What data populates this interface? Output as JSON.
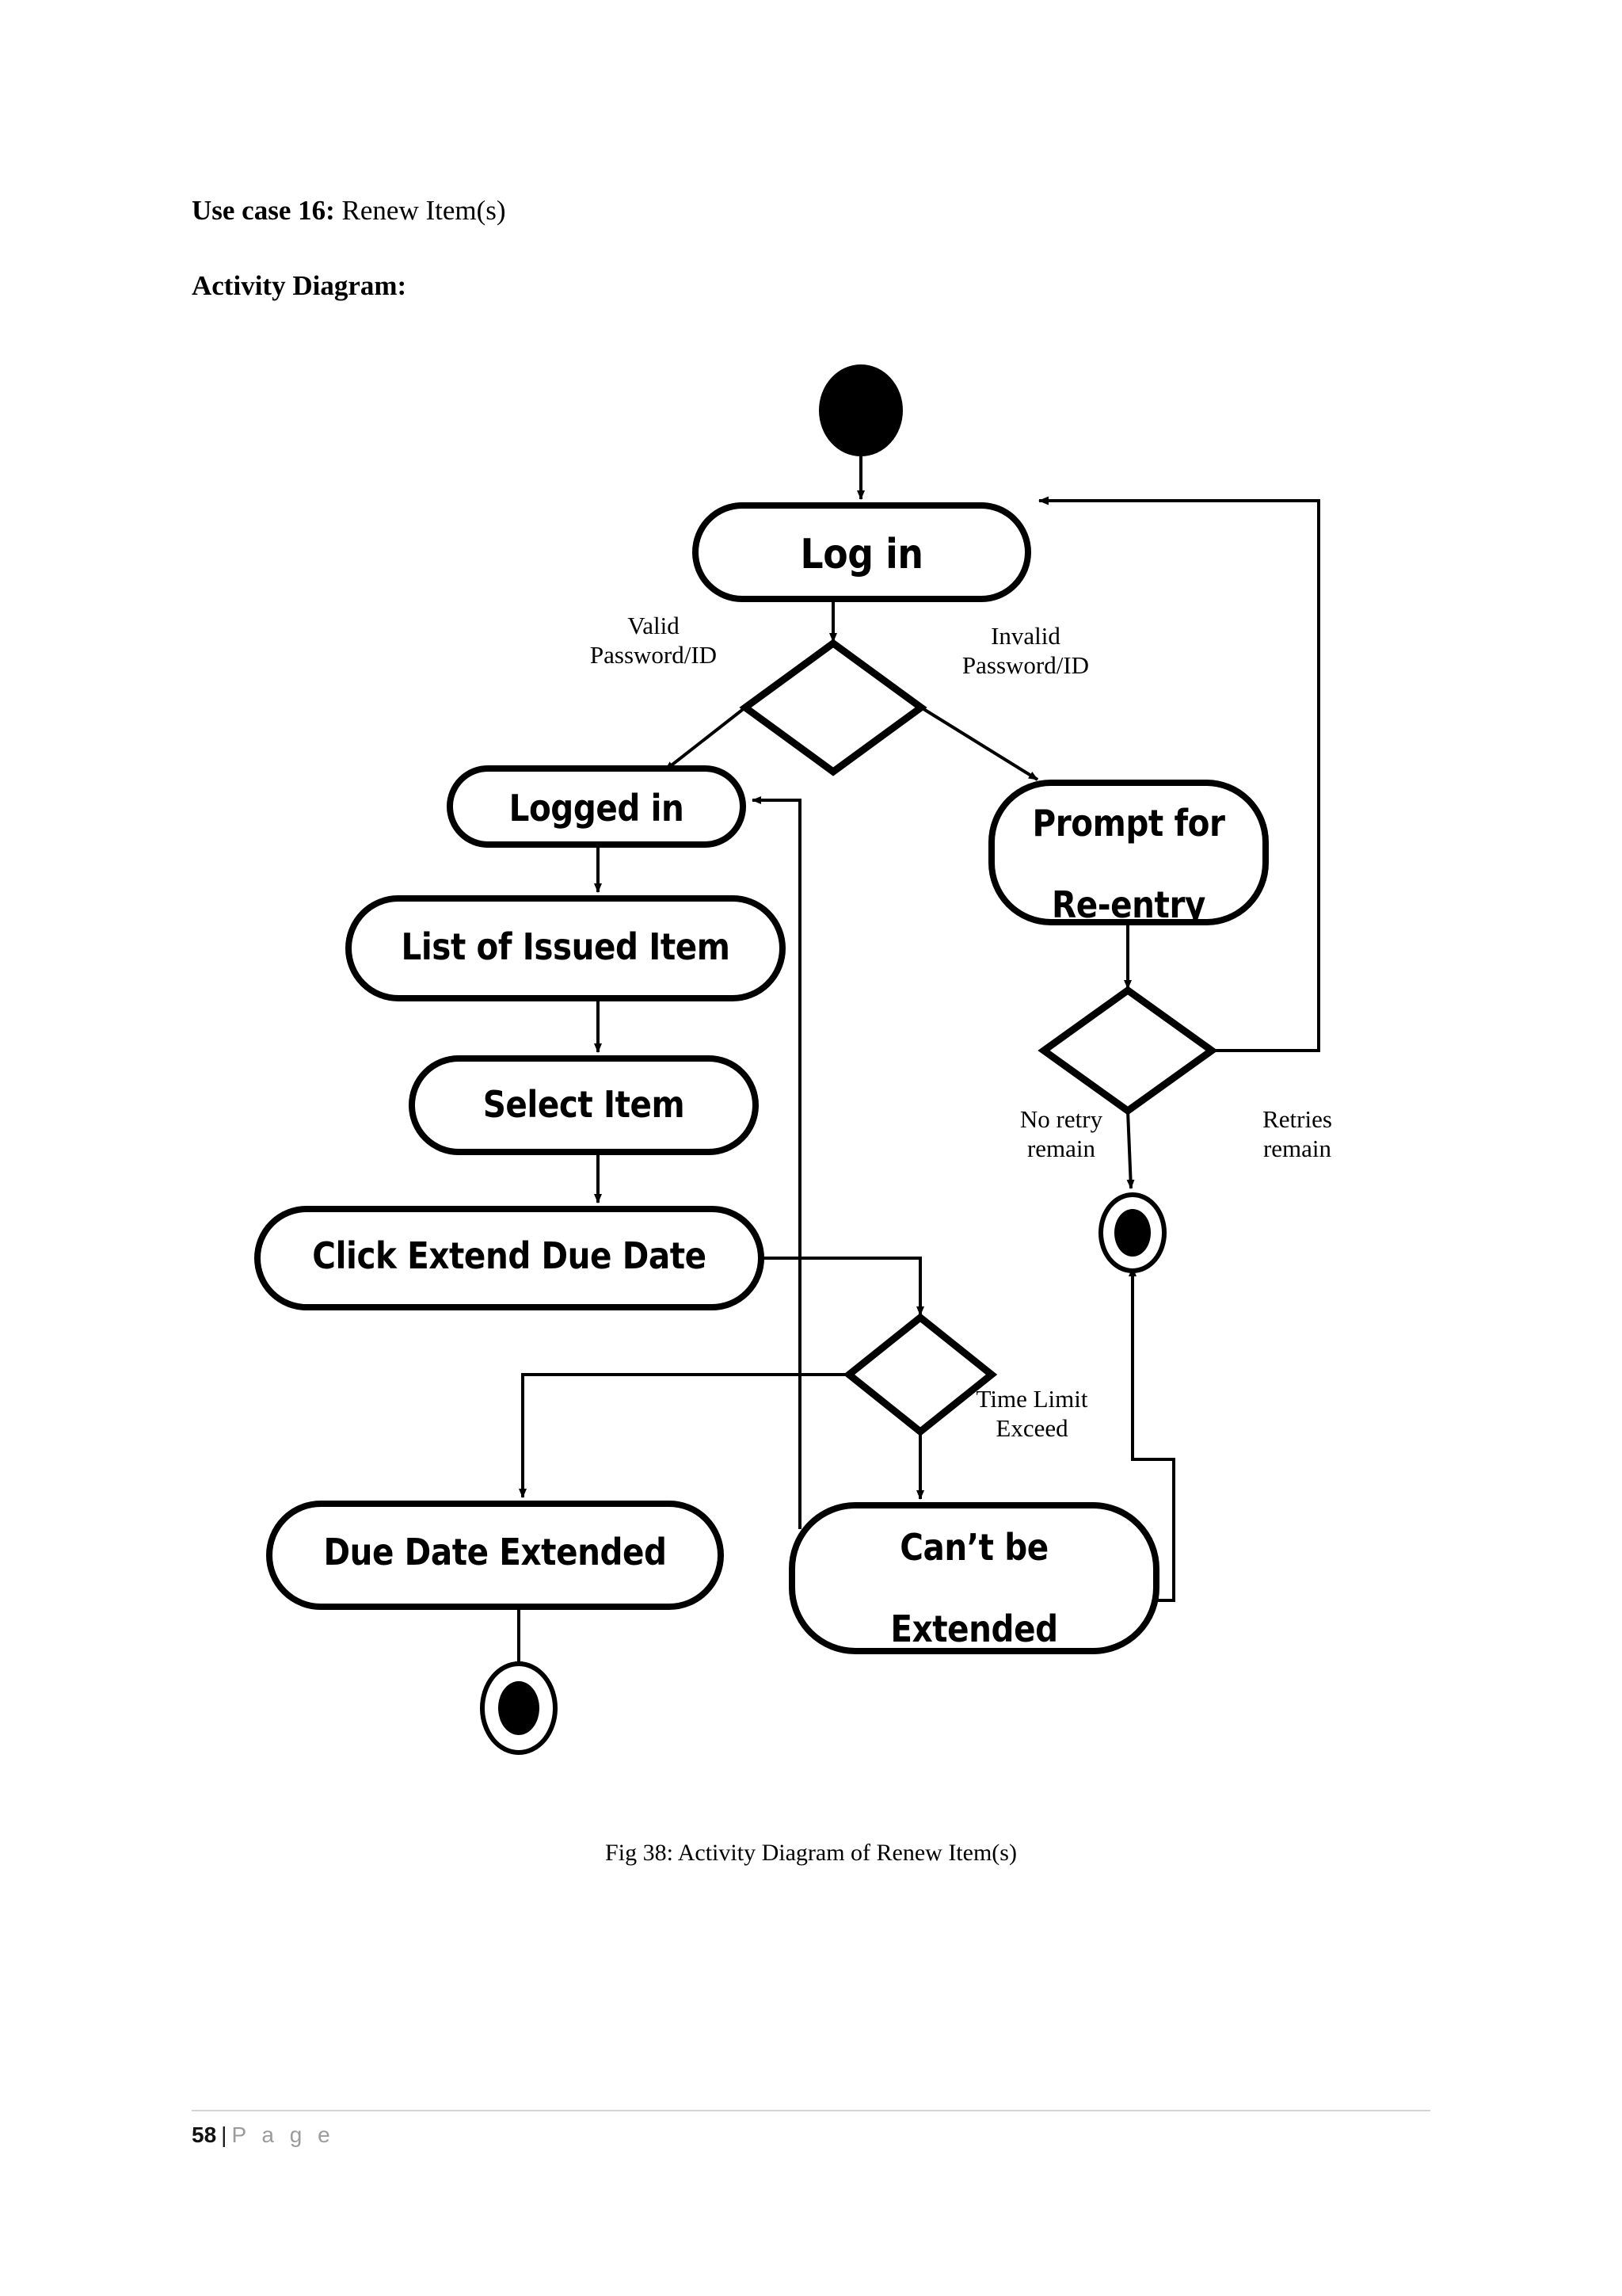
{
  "document": {
    "use_case_label": "Use case 16:",
    "use_case_title": "Renew Item(s)",
    "section_label": "Activity Diagram:",
    "figure_caption": "Fig 38: Activity Diagram of Renew Item(s)",
    "footer": {
      "page_number": "58",
      "separator": "|",
      "page_word": "P a g e"
    }
  },
  "chart_data": {
    "type": "diagram",
    "diagram_type": "uml-activity-diagram",
    "title": "Activity Diagram of Renew Item(s)",
    "stroke_color": "#000000",
    "fill_color": "#ffffff",
    "nodes": [
      {
        "id": "start",
        "kind": "initial-node",
        "label": ""
      },
      {
        "id": "login",
        "kind": "action",
        "label": "Log in"
      },
      {
        "id": "d1",
        "kind": "decision",
        "label": ""
      },
      {
        "id": "loggedin",
        "kind": "action",
        "label": "Logged in"
      },
      {
        "id": "prompt",
        "kind": "action",
        "label": "Prompt for\nRe-entry"
      },
      {
        "id": "list",
        "kind": "action",
        "label": "List of Issued Item"
      },
      {
        "id": "d2",
        "kind": "decision",
        "label": ""
      },
      {
        "id": "select",
        "kind": "action",
        "label": "Select Item"
      },
      {
        "id": "extend",
        "kind": "action",
        "label": "Click Extend Due Date"
      },
      {
        "id": "d3",
        "kind": "decision",
        "label": ""
      },
      {
        "id": "extended",
        "kind": "action",
        "label": "Due Date Extended"
      },
      {
        "id": "cantextend",
        "kind": "action",
        "label": "Can’t be\nExtended"
      },
      {
        "id": "end1",
        "kind": "final-node",
        "label": ""
      },
      {
        "id": "end2",
        "kind": "final-node",
        "label": ""
      }
    ],
    "edges": [
      {
        "from": "start",
        "to": "login",
        "label": ""
      },
      {
        "from": "login",
        "to": "d1",
        "label": ""
      },
      {
        "from": "d1",
        "to": "loggedin",
        "label": "Valid\nPassword/ID"
      },
      {
        "from": "d1",
        "to": "prompt",
        "label": "Invalid\nPassword/ID"
      },
      {
        "from": "prompt",
        "to": "d2",
        "label": ""
      },
      {
        "from": "d2",
        "to": "end1",
        "label": "No retry\nremain"
      },
      {
        "from": "d2",
        "to": "login",
        "label": "Retries\nremain"
      },
      {
        "from": "loggedin",
        "to": "list",
        "label": ""
      },
      {
        "from": "list",
        "to": "select",
        "label": ""
      },
      {
        "from": "select",
        "to": "extend",
        "label": ""
      },
      {
        "from": "extend",
        "to": "d3",
        "label": ""
      },
      {
        "from": "d3",
        "to": "extended",
        "label": ""
      },
      {
        "from": "d3",
        "to": "cantextend",
        "label": "Time Limit\nExceed"
      },
      {
        "from": "extended",
        "to": "end2",
        "label": ""
      },
      {
        "from": "cantextend",
        "to": "end1",
        "label": ""
      },
      {
        "from": "cantextend",
        "to": "loggedin",
        "label": ""
      }
    ],
    "edge_labels": {
      "valid": "Valid\nPassword/ID",
      "invalid": "Invalid\nPassword/ID",
      "no_retry": "No retry\nremain",
      "retries": "Retries\nremain",
      "time_limit": "Time Limit\nExceed"
    },
    "node_labels": {
      "login": "Log in",
      "loggedin": "Logged in",
      "prompt_line1": "Prompt for",
      "prompt_line2": "Re-entry",
      "list": "List of Issued Item",
      "select": "Select Item",
      "extend": "Click Extend Due Date",
      "extended": "Due Date Extended",
      "cantextend_line1": "Can’t be",
      "cantextend_line2": "Extended"
    }
  }
}
